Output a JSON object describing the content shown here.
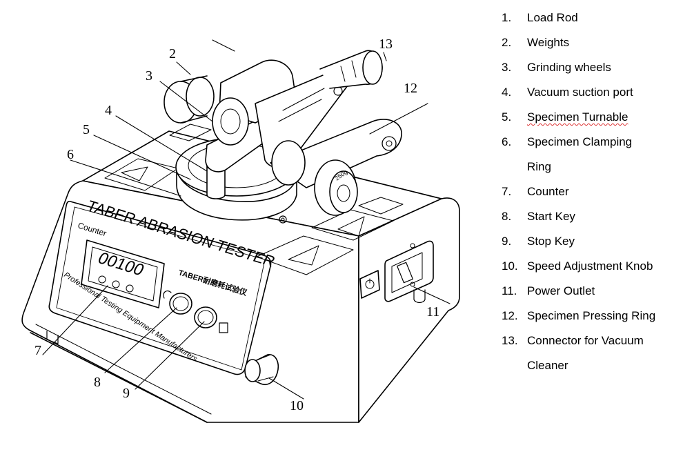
{
  "machine": {
    "title": "TABER ABRASION TESTER",
    "subtitle": "TABER耐磨耗试验仪",
    "tagline": "Professional Testing Equipment Manufacturers",
    "counter_label": "Counter",
    "display_value": "00100",
    "weight_label": "250g"
  },
  "callouts": [
    "2",
    "3",
    "4",
    "5",
    "6",
    "7",
    "8",
    "9",
    "10",
    "11",
    "12",
    "13"
  ],
  "legend": [
    {
      "num": "1.",
      "label": "Load Rod"
    },
    {
      "num": "2.",
      "label": "Weights"
    },
    {
      "num": "3.",
      "label": "Grinding wheels"
    },
    {
      "num": "4.",
      "label": "Vacuum suction port"
    },
    {
      "num": "5.",
      "label": "Specimen Turnable"
    },
    {
      "num": "6.",
      "label": "Specimen Clamping",
      "cont": "Ring"
    },
    {
      "num": "7.",
      "label": "Counter"
    },
    {
      "num": "8.",
      "label": "Start Key"
    },
    {
      "num": "9.",
      "label": "Stop Key"
    },
    {
      "num": "10.",
      "label": "Speed Adjustment Knob"
    },
    {
      "num": "11.",
      "label": "Power Outlet"
    },
    {
      "num": "12.",
      "label": "Specimen Pressing Ring"
    },
    {
      "num": "13.",
      "label": "Connector for Vacuum",
      "cont": "Cleaner"
    }
  ]
}
